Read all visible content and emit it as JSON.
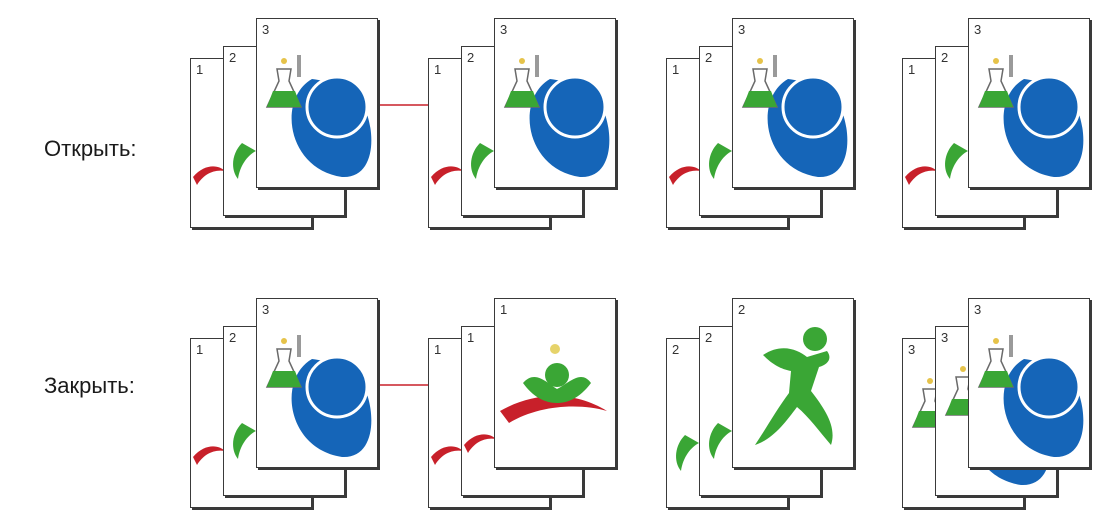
{
  "labels": {
    "open": "Открыть:",
    "close": "Закрыть:"
  },
  "colors": {
    "red_shape": "#c8202a",
    "green_shape": "#3aa635",
    "blue_shape": "#1565b8",
    "arrow": "#c8202a"
  },
  "rows": [
    {
      "id": "open",
      "stacks": [
        {
          "pages": [
            {
              "number": "1",
              "art": "red-figure"
            },
            {
              "number": "2",
              "art": "green-figure"
            },
            {
              "number": "3",
              "art": "blue-flask-logo"
            }
          ]
        },
        {
          "pages": [
            {
              "number": "1",
              "art": "red-figure"
            },
            {
              "number": "2",
              "art": "green-figure"
            },
            {
              "number": "3",
              "art": "blue-flask-logo"
            }
          ]
        },
        {
          "pages": [
            {
              "number": "1",
              "art": "red-figure"
            },
            {
              "number": "2",
              "art": "green-figure"
            },
            {
              "number": "3",
              "art": "blue-flask-logo"
            }
          ]
        },
        {
          "pages": [
            {
              "number": "1",
              "art": "red-figure"
            },
            {
              "number": "2",
              "art": "green-figure"
            },
            {
              "number": "3",
              "art": "blue-flask-logo"
            }
          ]
        }
      ]
    },
    {
      "id": "close",
      "stacks": [
        {
          "pages": [
            {
              "number": "1",
              "art": "red-figure"
            },
            {
              "number": "2",
              "art": "green-figure"
            },
            {
              "number": "3",
              "art": "blue-flask-logo"
            }
          ]
        },
        {
          "pages": [
            {
              "number": "1",
              "art": "red-figure"
            },
            {
              "number": "1",
              "art": "red-figure"
            },
            {
              "number": "1",
              "art": "red-green-figure"
            }
          ]
        },
        {
          "pages": [
            {
              "number": "2",
              "art": "green-figure"
            },
            {
              "number": "2",
              "art": "green-figure"
            },
            {
              "number": "2",
              "art": "green-runner"
            }
          ]
        },
        {
          "pages": [
            {
              "number": "3",
              "art": "blue-flask-logo"
            },
            {
              "number": "3",
              "art": "blue-flask-logo"
            },
            {
              "number": "3",
              "art": "blue-flask-logo"
            }
          ]
        }
      ]
    }
  ]
}
